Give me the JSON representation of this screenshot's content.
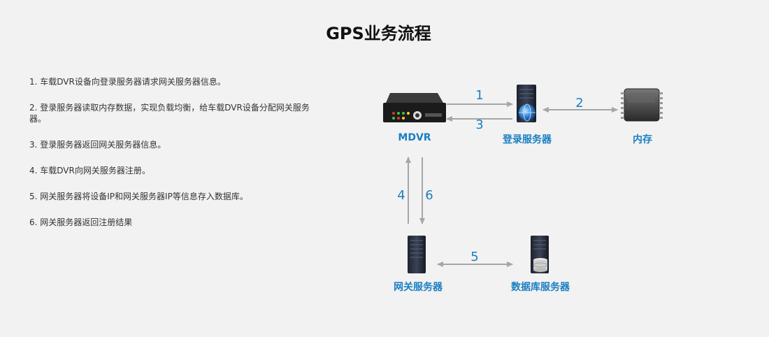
{
  "title": "GPS业务流程",
  "steps": [
    "1. 车载DVR设备向登录服务器请求网关服务器信息。",
    "2. 登录服务器读取内存数据，实现负载均衡，给车载DVR设备分配网关服务器。",
    "3. 登录服务器返回网关服务器信息。",
    "4. 车载DVR向网关服务器注册。",
    "5. 网关服务器将设备IP和网关服务器IP等信息存入数据库。",
    "6. 网关服务器返回注册结果"
  ],
  "nodes": {
    "mdvr": "MDVR",
    "login_server": "登录服务器",
    "memory": "内存",
    "gateway_server": "网关服务器",
    "db_server": "数据库服务器"
  },
  "arrows": {
    "a1": "1",
    "a2": "2",
    "a3": "3",
    "a4": "4",
    "a5": "5",
    "a6": "6"
  },
  "colors": {
    "label": "#1a7fc1",
    "arrow": "#a6a6a6",
    "background": "#f2f2f2"
  }
}
